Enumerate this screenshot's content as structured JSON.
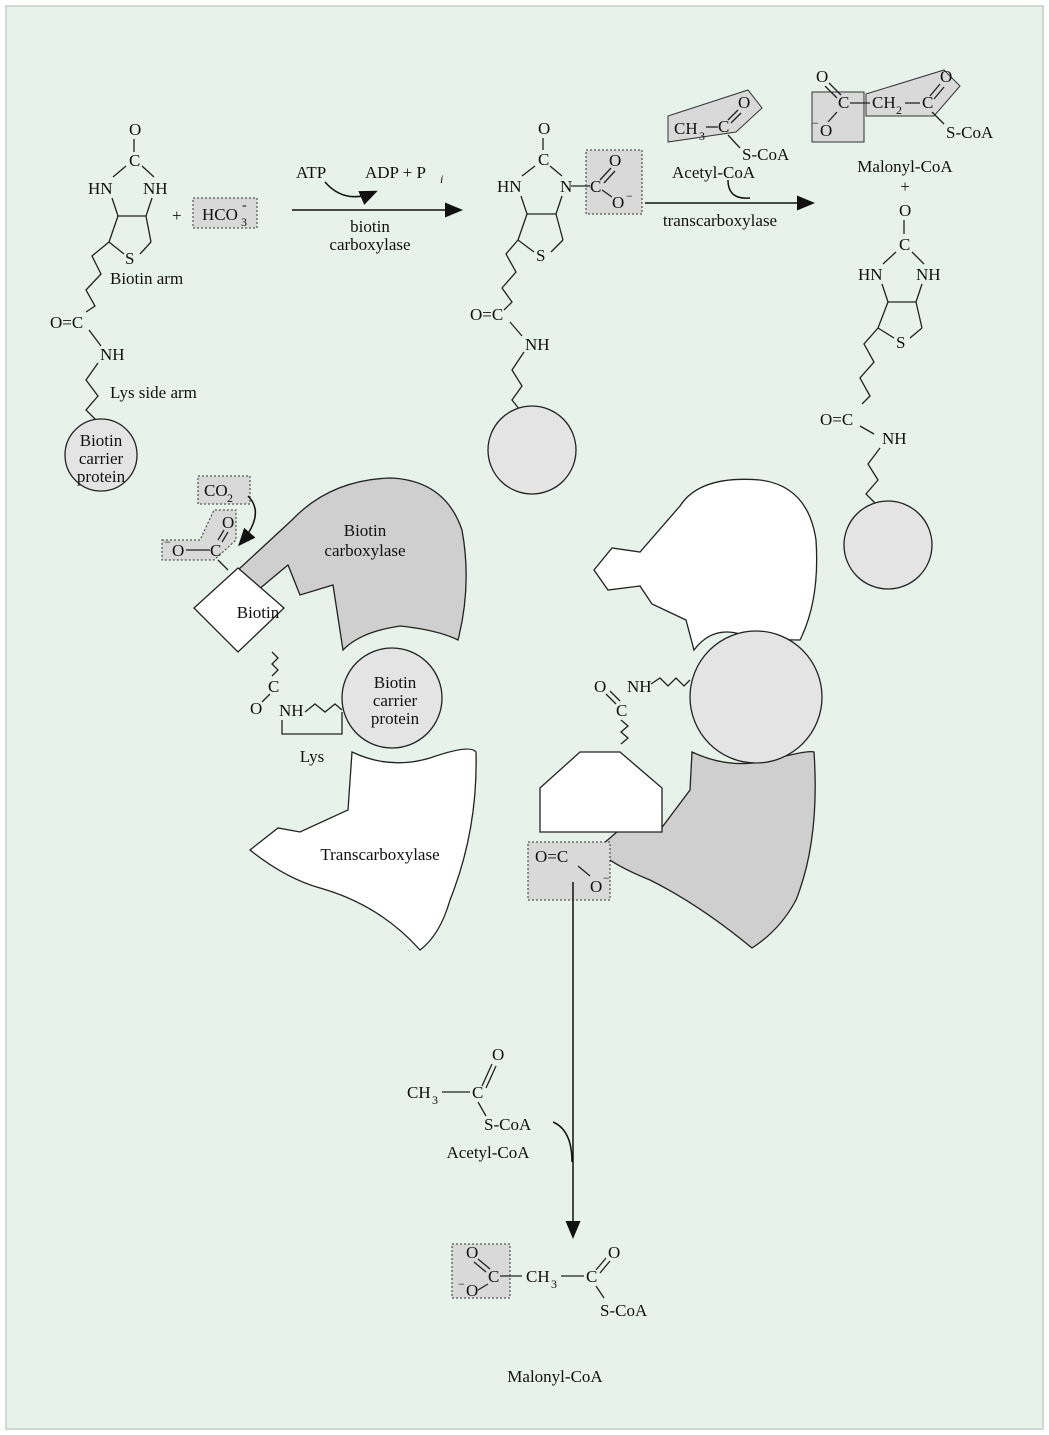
{
  "colors": {
    "background": "#e6f2ea",
    "border": "#cfd8d2",
    "shade": "#d9d9d9",
    "protein": "#e4e4e4",
    "enzyme_dark": "#cfcfcf"
  },
  "top": {
    "O": "O",
    "C": "C",
    "HN": "HN",
    "NH": "NH",
    "S": "S",
    "plus": "+",
    "biotin_arm": "Biotin arm",
    "amide_OC": "O=C",
    "amide_NH": "NH",
    "lys_side_arm": "Lys side arm",
    "bcp_line1": "Biotin",
    "bcp_line2": "carrier",
    "bcp_line3": "protein",
    "hco3": "HCO",
    "hco3_sub": "3",
    "hco3_sup": "-",
    "atp": "ATP",
    "adp_pi": "ADP + P",
    "pi_sub": "i",
    "enzyme1_line1": "biotin",
    "enzyme1_line2": "carboxylase",
    "N": "N",
    "carboxyl_C": "C",
    "carboxyl_O": "O",
    "carboxyl_Ominus": "O",
    "minus": "−",
    "acetyl_ch3": "CH",
    "acetyl_ch3_sub": "3",
    "acetyl_C": "C",
    "acetyl_O": "O",
    "scoa": "S-CoA",
    "acetyl_coa": "Acetyl-CoA",
    "enzyme2": "transcarboxylase",
    "malonyl_O": "O",
    "malonyl_C": "C",
    "malonyl_ch2": "CH",
    "malonyl_ch2_sub": "2",
    "malonyl_scoa": "S-CoA",
    "malonyl_coa": "Malonyl-CoA"
  },
  "middle": {
    "co2": "CO",
    "co2_sub": "2",
    "O": "O",
    "C": "C",
    "biotin": "Biotin",
    "biotin_carboxylase_line1": "Biotin",
    "biotin_carboxylase_line2": "carboxylase",
    "bcp_line1": "Biotin",
    "bcp_line2": "carrier",
    "bcp_line3": "protein",
    "NH": "NH",
    "lys": "Lys",
    "transcarboxylase": "Transcarboxylase",
    "OC": "O=C"
  },
  "bottom": {
    "ch3": "CH",
    "ch3_sub": "3",
    "C": "C",
    "O": "O",
    "scoa": "S-CoA",
    "acetyl_coa": "Acetyl-CoA",
    "ch3b": "CH",
    "ch3b_sub": "3",
    "malonyl_coa": "Malonyl-CoA"
  }
}
